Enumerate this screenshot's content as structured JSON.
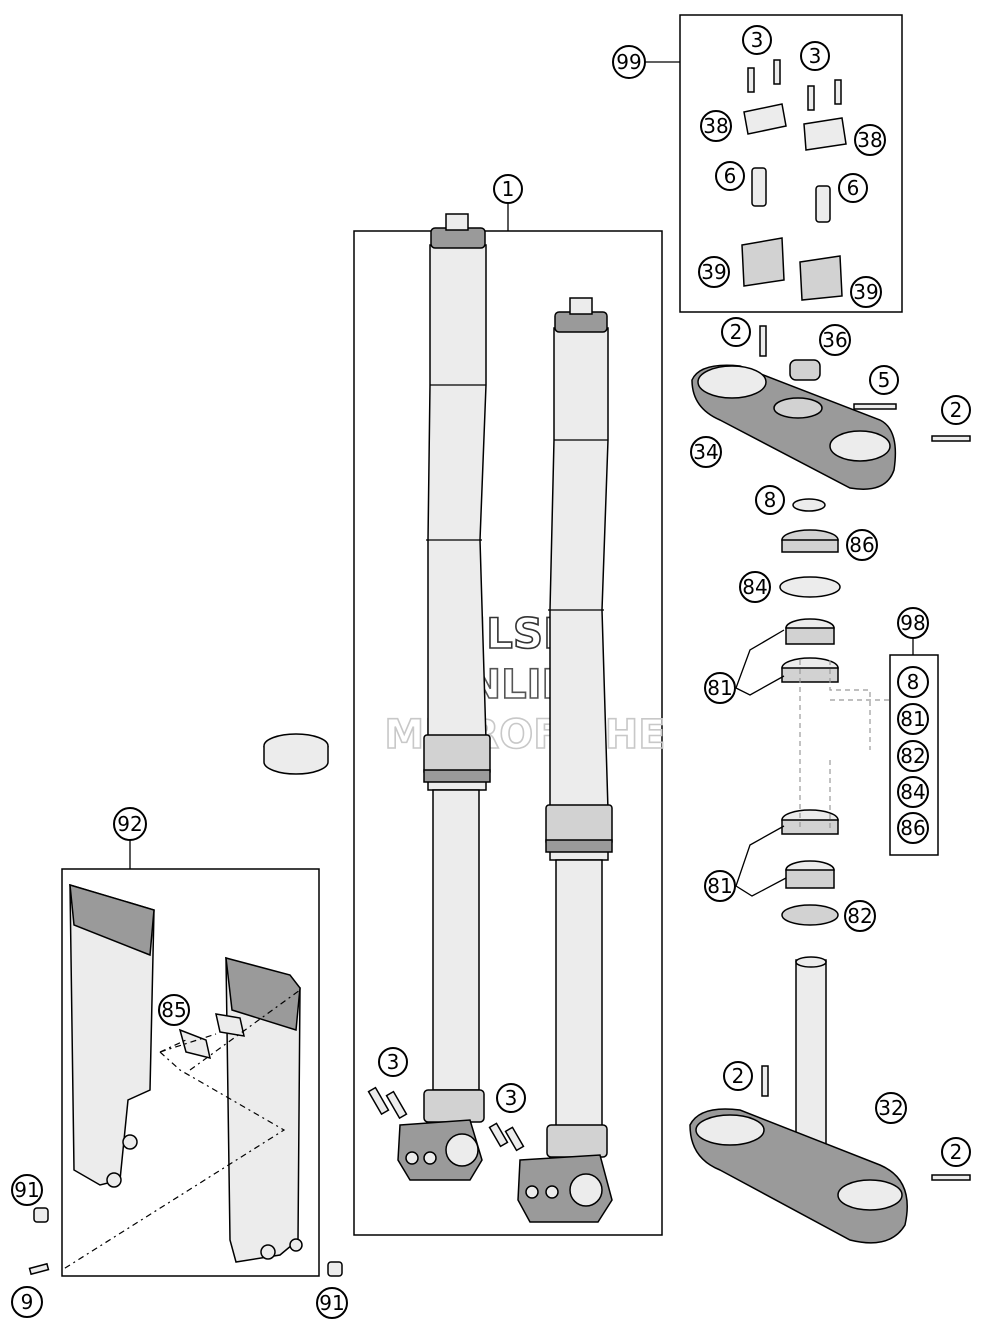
{
  "watermark": {
    "line1": "HLSM",
    "line2": "ONLINE",
    "line3": "MICROFICHE"
  },
  "callouts": {
    "fork_assembly": "1",
    "top_kit": "99",
    "kit_screw_left": "3",
    "kit_screw_right": "3",
    "clamp_left": "38",
    "clamp_right": "38",
    "bushing_left": "6",
    "bushing_right": "6",
    "bar_mount_left": "39",
    "bar_mount_right": "39",
    "top_screw": "2",
    "top_nut": "36",
    "top_center_screw": "5",
    "top_side_screw": "2",
    "top_triple_clamp": "34",
    "o_ring": "8",
    "dust_seal": "86",
    "race_ring": "84",
    "bearing_upper": "81",
    "bearing_kit": "98",
    "kit_item_8": "8",
    "kit_item_81": "81",
    "kit_item_82": "82",
    "kit_item_84": "84",
    "kit_item_86": "86",
    "bearing_lower": "81",
    "lower_seal": "82",
    "guard_set": "92",
    "guard_bracket": "85",
    "bolt_left_upper": "91",
    "bolt_left_lower": "9",
    "bolt_right_lower": "91",
    "axle_screw_left": "3",
    "axle_screw_right": "3",
    "lower_screw": "2",
    "lower_triple_clamp": "32",
    "lower_side_screw": "2"
  }
}
